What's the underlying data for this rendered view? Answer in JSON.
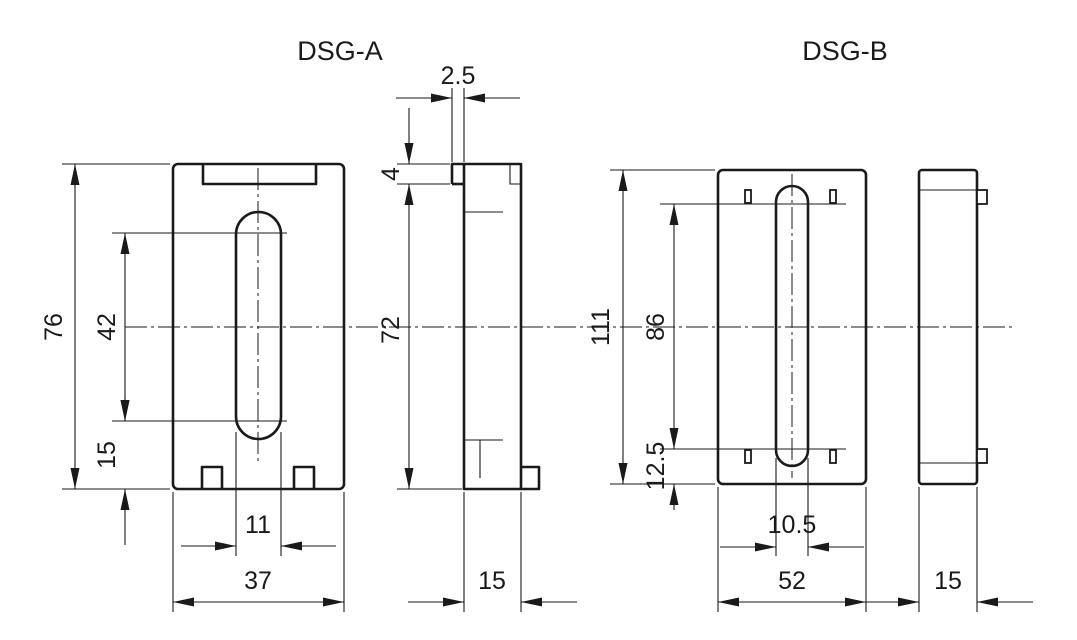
{
  "titles": {
    "left": "DSG-A",
    "right": "DSG-B"
  },
  "dsg_a": {
    "dim_total_height": "76",
    "dim_slot_spacing": "42",
    "dim_bottom_offset": "15",
    "dim_slot_width": "11",
    "dim_width": "37",
    "side_dim_tab_offset": "2.5",
    "side_dim_tab_height": "4",
    "side_dim_body_height": "72",
    "side_dim_depth": "15"
  },
  "dsg_b": {
    "dim_total_height": "111",
    "dim_slot_spacing": "86",
    "dim_bottom_offset": "12.5",
    "dim_slot_width": "10.5",
    "dim_width": "52",
    "side_dim_depth": "15"
  }
}
